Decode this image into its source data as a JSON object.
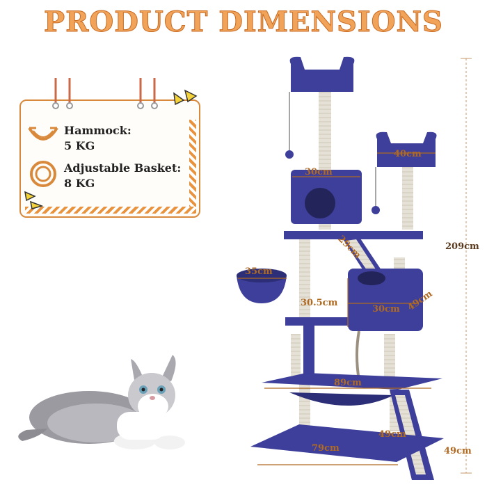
{
  "title": "PRODUCT DIMENSIONS",
  "specs": {
    "hammock": {
      "label": "Hammock:",
      "value": "5 KG",
      "icon": "hammock-icon"
    },
    "basket": {
      "label": "Adjustable Basket:",
      "value": "8 KG",
      "icon": "basket-ring-icon"
    }
  },
  "dimensions": {
    "height": "209cm",
    "top_perch_width": "40cm",
    "condo_width": "30cm",
    "ramp_length": "29cm",
    "basket_diameter": "35cm",
    "condo_height": "30.5cm",
    "lower_condo_width": "30cm",
    "lower_condo_depth": "49cm",
    "hammock_width": "89cm",
    "ladder_length": "49cm",
    "base_width": "79cm",
    "base_depth": "49cm"
  },
  "colors": {
    "title": "#f1a35a",
    "accent": "#e9933e",
    "plush": "#3d3f9a",
    "sisal": "#e6e1d6"
  }
}
